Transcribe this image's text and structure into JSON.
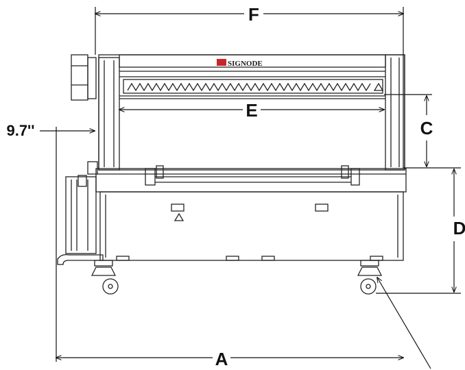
{
  "drawing": {
    "brand_logo_text": "SIGNODE",
    "brand_color": "#c8262b",
    "dimensions": {
      "overall_width": "F",
      "inner_width": "E",
      "arch_height": "C",
      "table_height": "D",
      "base_width": "A",
      "offset": "9.7''"
    }
  }
}
